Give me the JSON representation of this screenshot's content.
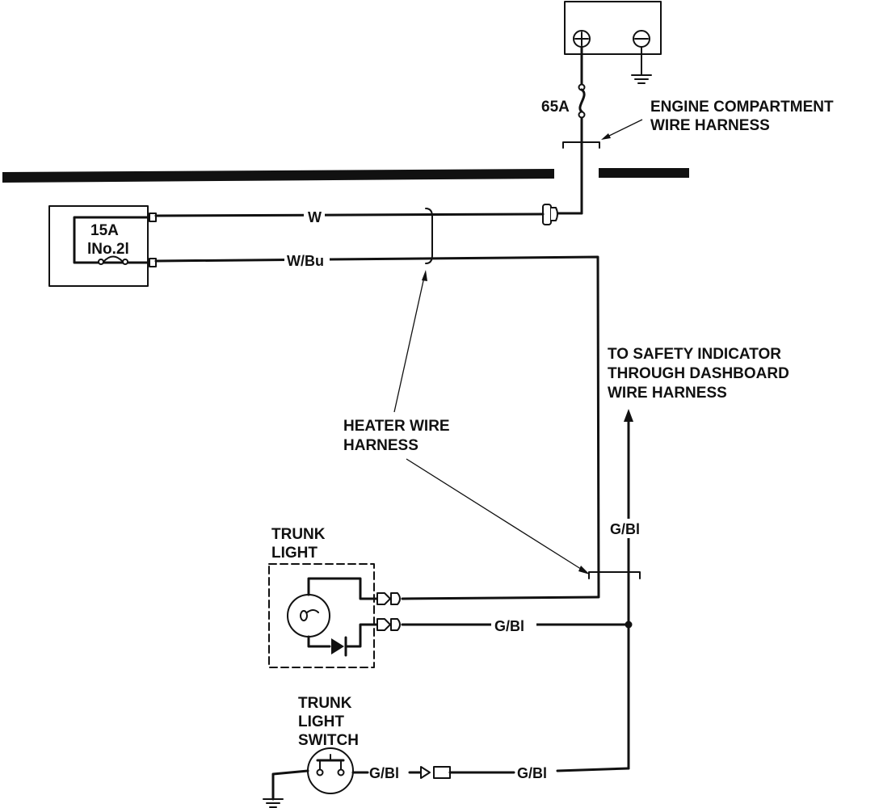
{
  "components": {
    "battery": {
      "positive_symbol": "+",
      "negative_symbol": "−"
    },
    "main_fuse": {
      "rating": "65A"
    },
    "fuse_box": {
      "fuse_rating": "15A",
      "fuse_number": "lNo.2l"
    }
  },
  "labels": {
    "engine_harness_line1": "ENGINE COMPARTMENT",
    "engine_harness_line2": "WIRE HARNESS",
    "safety_line1": "TO SAFETY INDICATOR",
    "safety_line2": "THROUGH DASHBOARD",
    "safety_line3": "WIRE HARNESS",
    "heater_line1": "HEATER WIRE",
    "heater_line2": "HARNESS",
    "trunk_light_line1": "TRUNK",
    "trunk_light_line2": "LIGHT",
    "switch_line1": "TRUNK",
    "switch_line2": "LIGHT",
    "switch_line3": "SWITCH"
  },
  "wire_colors": {
    "fuse_feed": "W",
    "fuse_out": "W/Bu",
    "vertical_to_safety": "G/Bl",
    "light_return": "G/Bl",
    "switch_short": "G/Bl",
    "switch_long": "G/Bl"
  }
}
